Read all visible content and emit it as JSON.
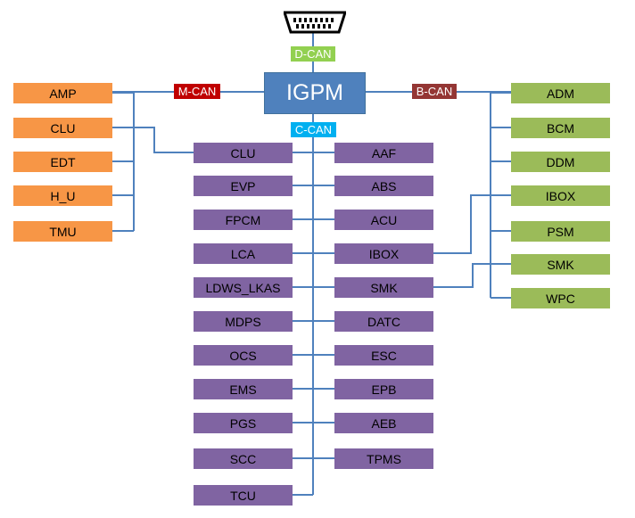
{
  "gateway": {
    "label": "IGPM"
  },
  "connector": {
    "icon": "obd-connector-icon"
  },
  "buses": {
    "d_can": {
      "label": "D-CAN",
      "color": "#92d050"
    },
    "m_can": {
      "label": "M-CAN",
      "color": "#c00000"
    },
    "b_can": {
      "label": "B-CAN",
      "color": "#943634"
    },
    "c_can": {
      "label": "C-CAN",
      "color": "#00b0f0"
    }
  },
  "m_can_nodes": [
    "AMP",
    "CLU",
    "EDT",
    "H_U",
    "TMU"
  ],
  "b_can_nodes": [
    "ADM",
    "BCM",
    "DDM",
    "IBOX",
    "PSM",
    "SMK",
    "WPC"
  ],
  "c_can_left": [
    "CLU",
    "EVP",
    "FPCM",
    "LCA",
    "LDWS_LKAS",
    "MDPS",
    "OCS",
    "EMS",
    "PGS",
    "SCC",
    "TCU"
  ],
  "c_can_right": [
    "AAF",
    "ABS",
    "ACU",
    "IBOX",
    "SMK",
    "DATC",
    "ESC",
    "EPB",
    "AEB",
    "TPMS"
  ],
  "colors": {
    "m_can_node": "#f79646",
    "b_can_node": "#9bbb59",
    "c_can_node": "#8064a2",
    "gateway": "#4f81bd",
    "wire": "#4f81bd"
  }
}
